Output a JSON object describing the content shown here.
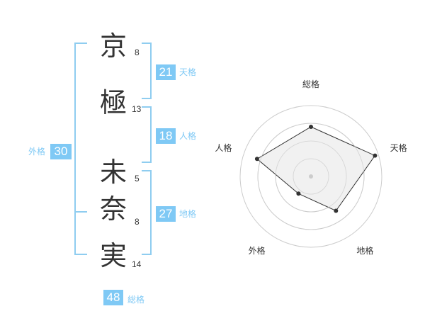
{
  "name": {
    "characters": [
      {
        "char": "京",
        "strokes": "8"
      },
      {
        "char": "極",
        "strokes": "13"
      },
      {
        "char": "未",
        "strokes": "5"
      },
      {
        "char": "奈",
        "strokes": "8"
      },
      {
        "char": "実",
        "strokes": "14"
      }
    ]
  },
  "kaku": {
    "tenkaku": {
      "value": "21",
      "label": "天格"
    },
    "jinkaku": {
      "value": "18",
      "label": "人格"
    },
    "chikaku": {
      "value": "27",
      "label": "地格"
    },
    "gaikaku": {
      "value": "30",
      "label": "外格"
    },
    "soukaku": {
      "value": "48",
      "label": "総格"
    }
  },
  "colors": {
    "accent": "#7fc9f5",
    "bracket": "#8fcdf0",
    "text": "#333333",
    "radar_fill": "#efefef",
    "radar_ring": "#cccccc"
  },
  "chart_data": {
    "type": "radar",
    "axes": [
      "総格",
      "天格",
      "地格",
      "外格",
      "人格"
    ],
    "values": [
      0.7,
      0.95,
      0.6,
      0.3,
      0.8
    ],
    "range": [
      0,
      1
    ],
    "rings": 4,
    "grid": true
  }
}
